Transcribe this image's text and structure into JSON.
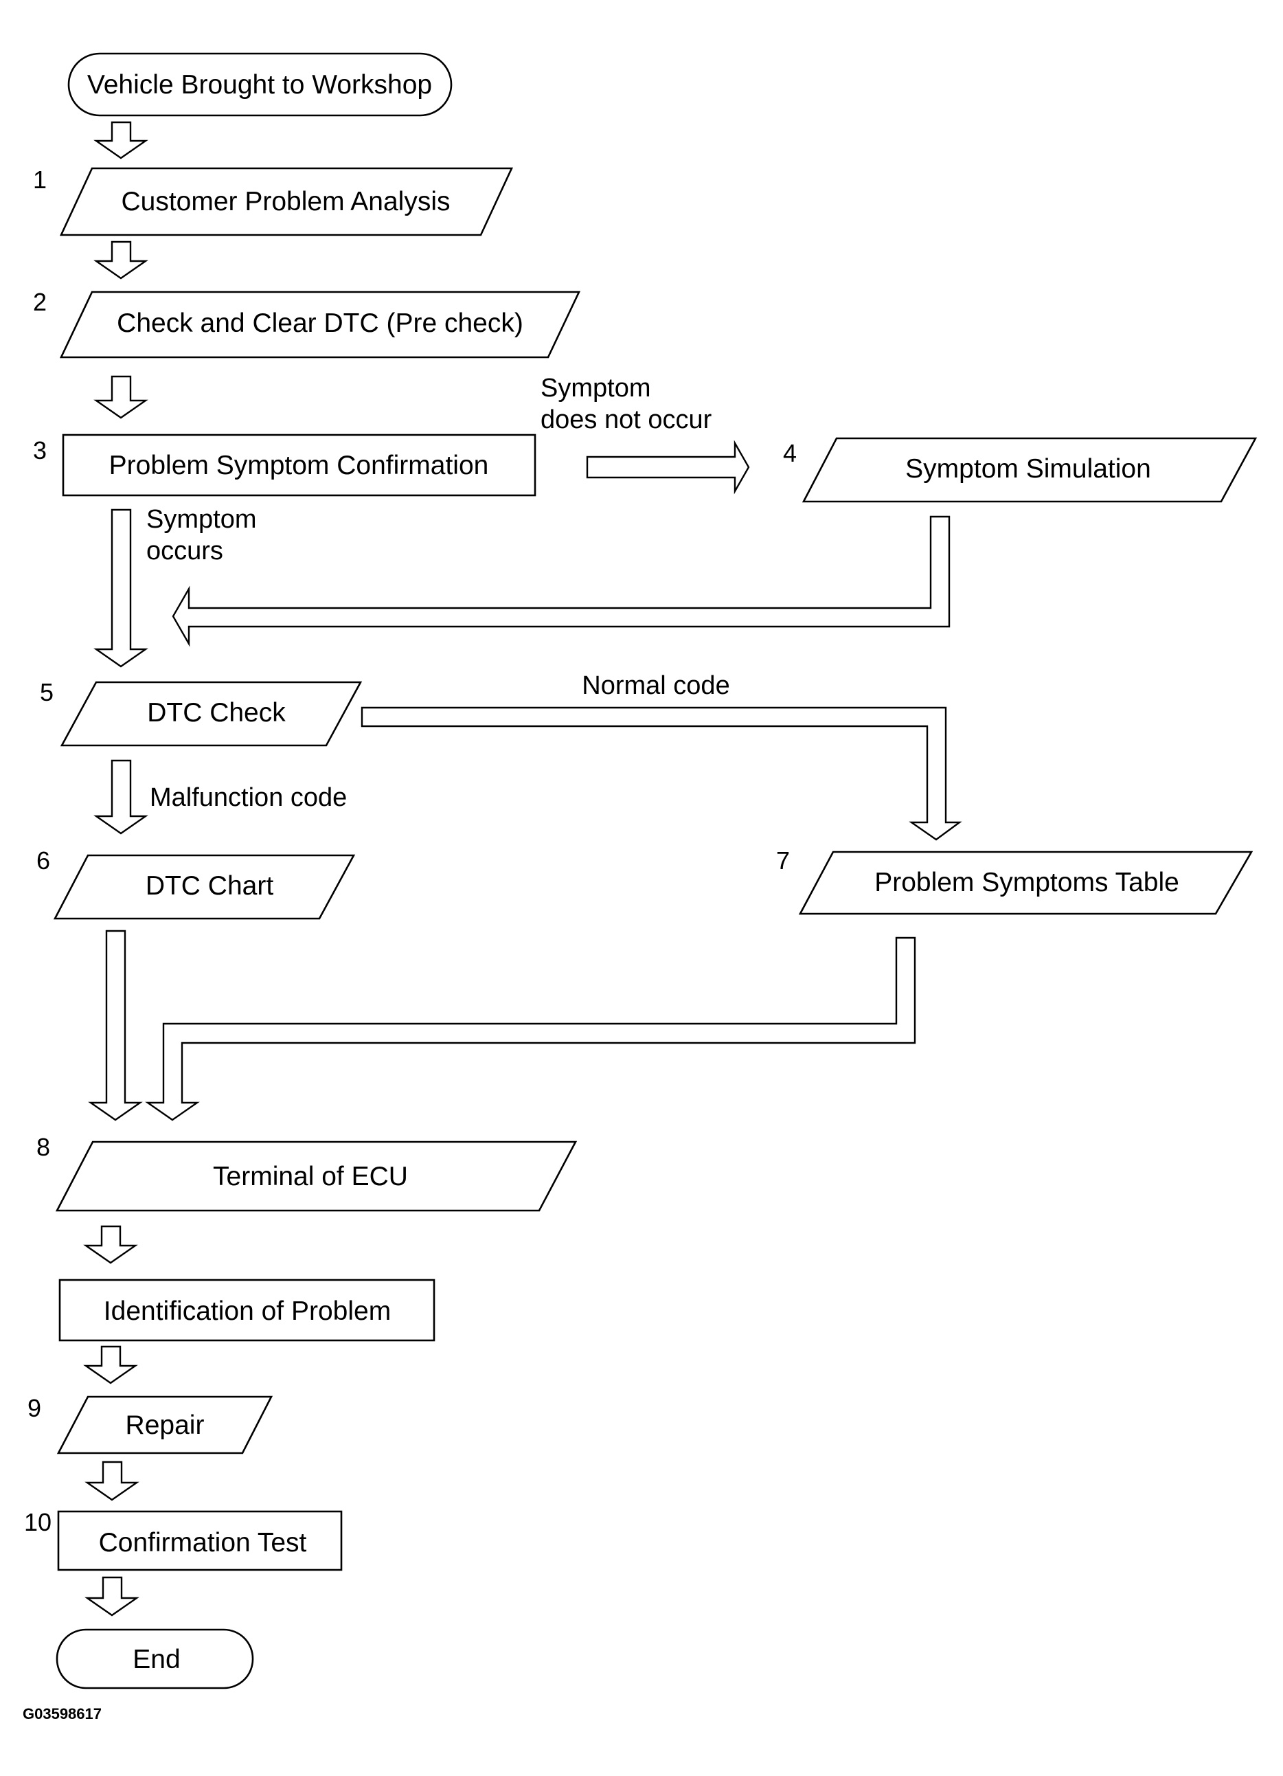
{
  "flowchart": {
    "start_label": "Vehicle Brought to Workshop",
    "steps": {
      "s1": {
        "num": "1",
        "label": "Customer Problem Analysis"
      },
      "s2": {
        "num": "2",
        "label": "Check and Clear DTC (Pre check)"
      },
      "s3": {
        "num": "3",
        "label": "Problem Symptom Confirmation"
      },
      "s4": {
        "num": "4",
        "label": "Symptom Simulation"
      },
      "s5": {
        "num": "5",
        "label": "DTC Check"
      },
      "s6": {
        "num": "6",
        "label": "DTC Chart"
      },
      "s7": {
        "num": "7",
        "label": "Problem Symptoms Table"
      },
      "s8": {
        "num": "8",
        "label": "Terminal of ECU"
      },
      "ident": {
        "label": "Identification of Problem"
      },
      "s9": {
        "num": "9",
        "label": "Repair"
      },
      "s10": {
        "num": "10",
        "label": "Confirmation Test"
      }
    },
    "end_label": "End",
    "branch_labels": {
      "not_occur_line1": "Symptom",
      "not_occur_line2": "does not occur",
      "occurs_line1": "Symptom",
      "occurs_line2": "occurs",
      "normal_code": "Normal code",
      "malfunction_code": "Malfunction code"
    },
    "figure_code": "G03598617"
  }
}
